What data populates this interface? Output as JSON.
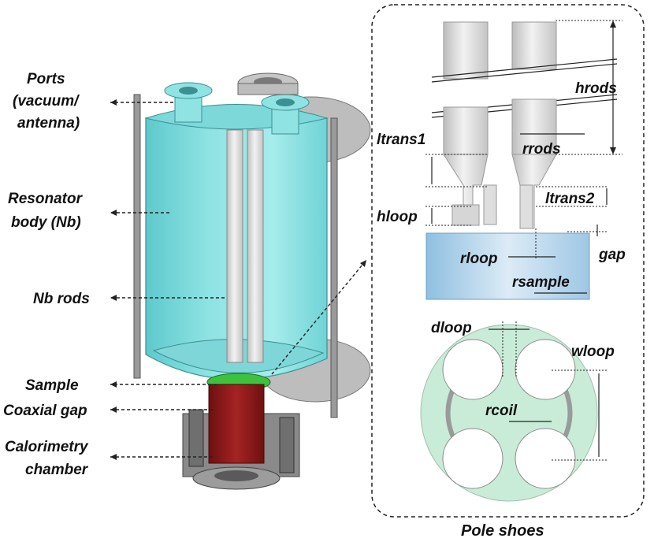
{
  "left_labels": {
    "ports_line1": "Ports",
    "ports_line2": "(vacuum/",
    "ports_line3": "antenna)",
    "resonator_line1": "Resonator",
    "resonator_line2": "body (Nb)",
    "rods": "Nb rods",
    "sample": "Sample",
    "coaxial_gap": "Coaxial gap",
    "calorimetry_line1": "Calorimetry",
    "calorimetry_line2": "chamber"
  },
  "detail_labels": {
    "hrods": "hrods",
    "ltrans1": "ltrans1",
    "rrods": "rrods",
    "ltrans2": "ltrans2",
    "hloop": "hloop",
    "gap": "gap",
    "rloop": "rloop",
    "rsample": "rsample",
    "dloop": "dloop",
    "wloop": "wloop",
    "rcoil": "rcoil"
  },
  "caption": "Pole shoes",
  "colors": {
    "cavity": "#8fe3e3",
    "cavity_dark": "#5cc7c9",
    "steel": "#b8b8b8",
    "rod": "#d9d9d9",
    "calorimeter": "#8b1a1a",
    "sample": "#3cc23c",
    "sample_disk": "#a9cde6",
    "pole_bg": "#c9ecd8"
  }
}
